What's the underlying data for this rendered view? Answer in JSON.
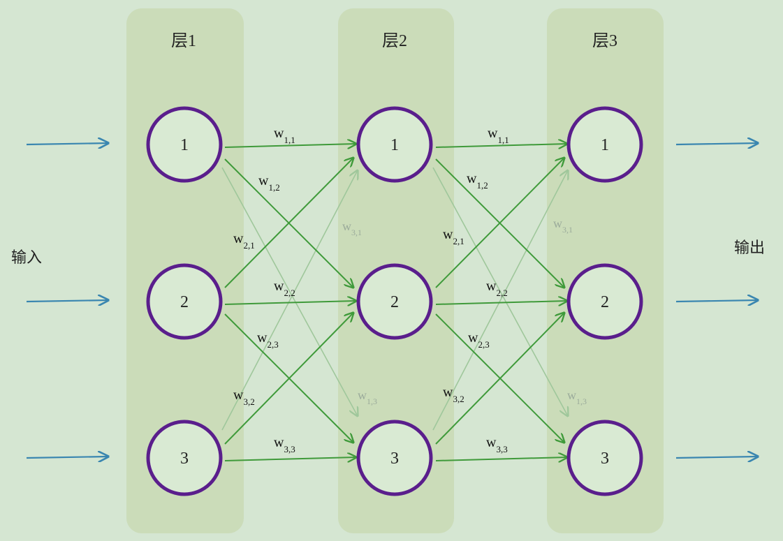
{
  "layers": [
    {
      "title": "层1",
      "nodes": [
        "1",
        "2",
        "3"
      ]
    },
    {
      "title": "层2",
      "nodes": [
        "1",
        "2",
        "3"
      ]
    },
    {
      "title": "层3",
      "nodes": [
        "1",
        "2",
        "3"
      ]
    }
  ],
  "input_label": "输入",
  "output_label": "输出",
  "weight_labels": {
    "main": [
      [
        "1,1",
        "1,2"
      ],
      [
        "2,1",
        "2,2",
        "2,3"
      ],
      [
        "3,2",
        "3,3"
      ]
    ],
    "faint": [
      "3,1",
      "1,3"
    ]
  },
  "colors": {
    "background": "#d5e6d2",
    "layer_column": "#c9d9b5",
    "node_stroke": "#5a1e8c",
    "edge": "#3f9a3a",
    "edge_faint": "#9fc79b",
    "io_arrow": "#3a86b0"
  }
}
